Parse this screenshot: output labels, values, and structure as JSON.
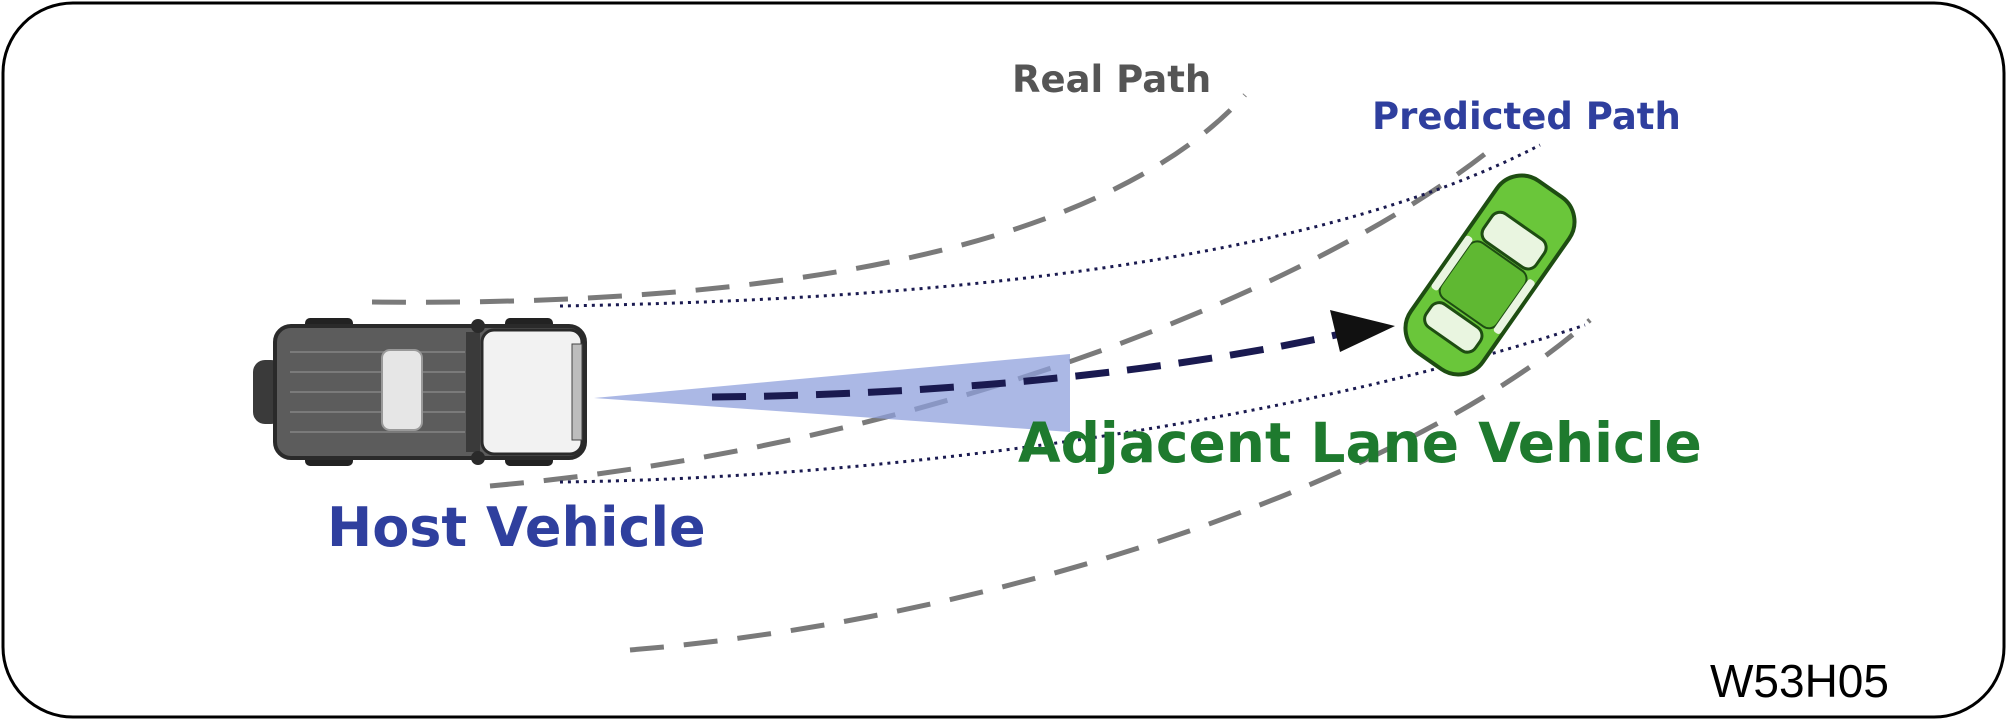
{
  "labels": {
    "real_path": "Real Path",
    "predicted_path": "Predicted Path",
    "host_vehicle": "Host Vehicle",
    "adjacent_vehicle": "Adjacent Lane Vehicle",
    "figure_code": "W53H05"
  },
  "colors": {
    "frame": "#000000",
    "real_path_line": "#7a7a7a",
    "predicted_path_line": "#1a1a50",
    "host_label": "#2f3f9e",
    "predicted_label": "#2f3f9e",
    "real_label": "#555555",
    "adjacent_label": "#1e7a2e",
    "adjacent_car": "#6ac63a",
    "host_car": "#555555",
    "radar_beam": "#8fa0dc"
  }
}
